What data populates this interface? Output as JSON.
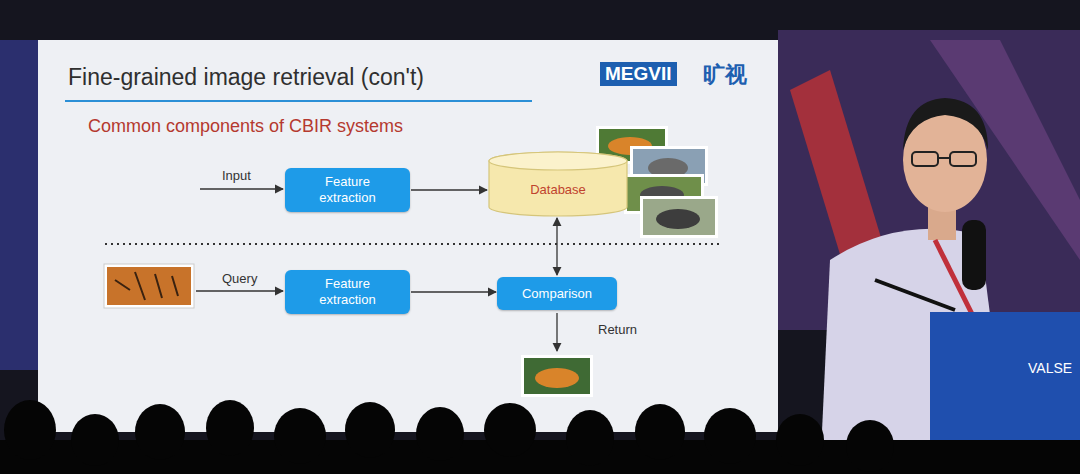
{
  "diagram": {
    "title": "Fine-grained image retrieval (con't)",
    "nodes": [
      {
        "text": [
          "Feature extraction"
        ]
      },
      {
        "text": [
          "Database"
        ]
      },
      {
        "text": [
          "Feature extraction"
        ]
      },
      {
        "text": [
          "Comparison"
        ]
      }
    ],
    "edges": [
      {
        "from": 0,
        "to": 1,
        "arrow": "to"
      },
      {
        "from": 2,
        "to": 3,
        "arrow": "to"
      },
      {
        "from": 1,
        "to": 3,
        "arrow": "both"
      }
    ],
    "labels": [
      "Common components of CBIR systems",
      "Input",
      "Query",
      "Return",
      "MEGVII",
      "旷视",
      "VALSE"
    ]
  }
}
